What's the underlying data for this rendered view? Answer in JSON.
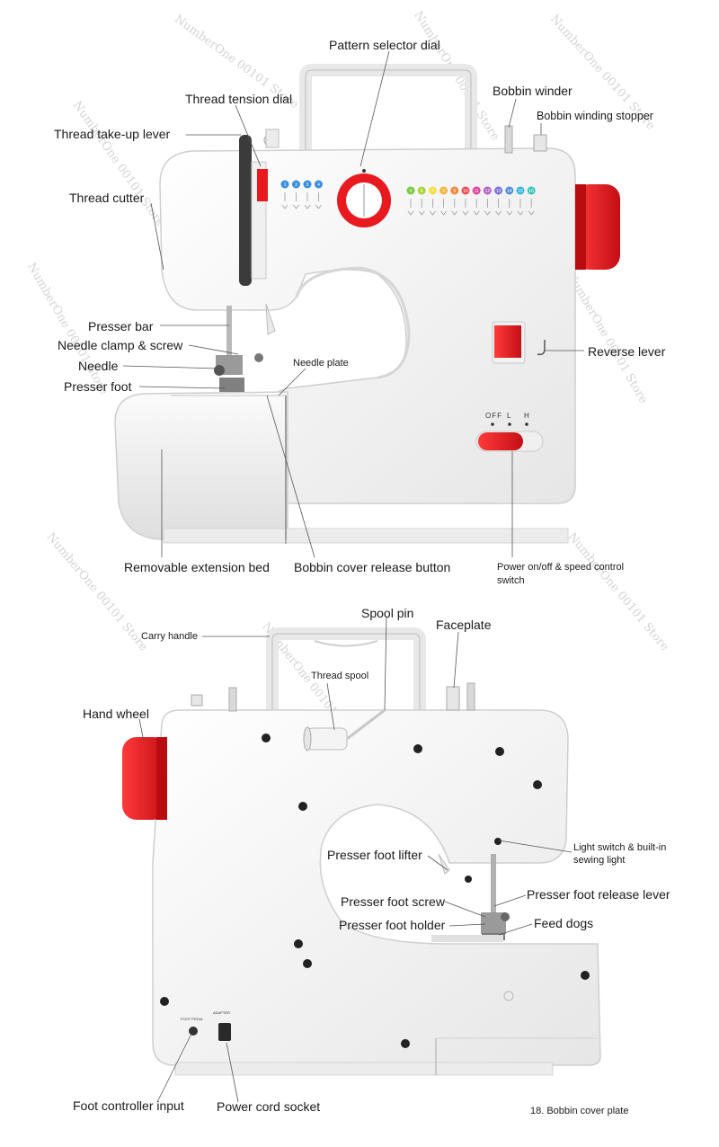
{
  "watermark": "NumberOne 00101 Store",
  "front_view": {
    "labels": {
      "pattern_selector_dial": "Pattern selector dial",
      "bobbin_winder": "Bobbin winder",
      "thread_tension_dial": "Thread tension dial",
      "bobbin_winding_stopper": "Bobbin winding stopper",
      "thread_take_up_lever": "Thread take-up lever",
      "thread_cutter": "Thread cutter",
      "presser_bar": "Presser bar",
      "needle_clamp_screw": "Needle clamp & screw",
      "reverse_lever": "Reverse lever",
      "needle": "Needle",
      "needle_plate": "Needle plate",
      "presser_foot": "Presser foot",
      "removable_extension_bed": "Removable extension bed",
      "bobbin_cover_release_button": "Bobbin cover release button",
      "power_switch_line1": "Power on/off & speed control",
      "power_switch_line2": "switch"
    },
    "switch_marks": {
      "off": "OFF",
      "low": "L",
      "high": "H"
    },
    "stitch_numbers_left": [
      "1",
      "2",
      "3",
      "4"
    ],
    "stitch_numbers_right": [
      "5",
      "6",
      "7",
      "8",
      "9",
      "10",
      "11",
      "12",
      "13",
      "14",
      "15",
      "16"
    ],
    "stitch_colors_right": [
      "#7ac943",
      "#a8d53a",
      "#f4e04d",
      "#f7b53b",
      "#f08a3e",
      "#e94b57",
      "#e0409a",
      "#b45fc9",
      "#7b6fd6",
      "#4d8fdc",
      "#35b4e0",
      "#38c6b7"
    ]
  },
  "back_view": {
    "labels": {
      "spool_pin": "Spool pin",
      "carry_handle": "Carry handle",
      "faceplate": "Faceplate",
      "thread_spool": "Thread spool",
      "hand_wheel": "Hand wheel",
      "presser_foot_lifter": "Presser foot lifter",
      "light_switch_line1": "Light switch & built-in",
      "light_switch_line2": "sewing light",
      "presser_foot_release_lever": "Presser foot release lever",
      "presser_foot_screw": "Presser foot screw",
      "feed_dogs": "Feed dogs",
      "presser_foot_holder": "Presser foot holder",
      "foot_controller_input": "Foot controller input",
      "power_cord_socket": "Power cord socket",
      "bobbin_cover_plate": "18.  Bobbin cover plate"
    },
    "panel_marks": {
      "foot_pedal": "FOOT PEDAL",
      "power": "ADAPTER"
    }
  },
  "colors": {
    "accent_red": "#e8191f",
    "body_white": "#f7f7f7",
    "shadow_gray": "#d9d9d9"
  }
}
